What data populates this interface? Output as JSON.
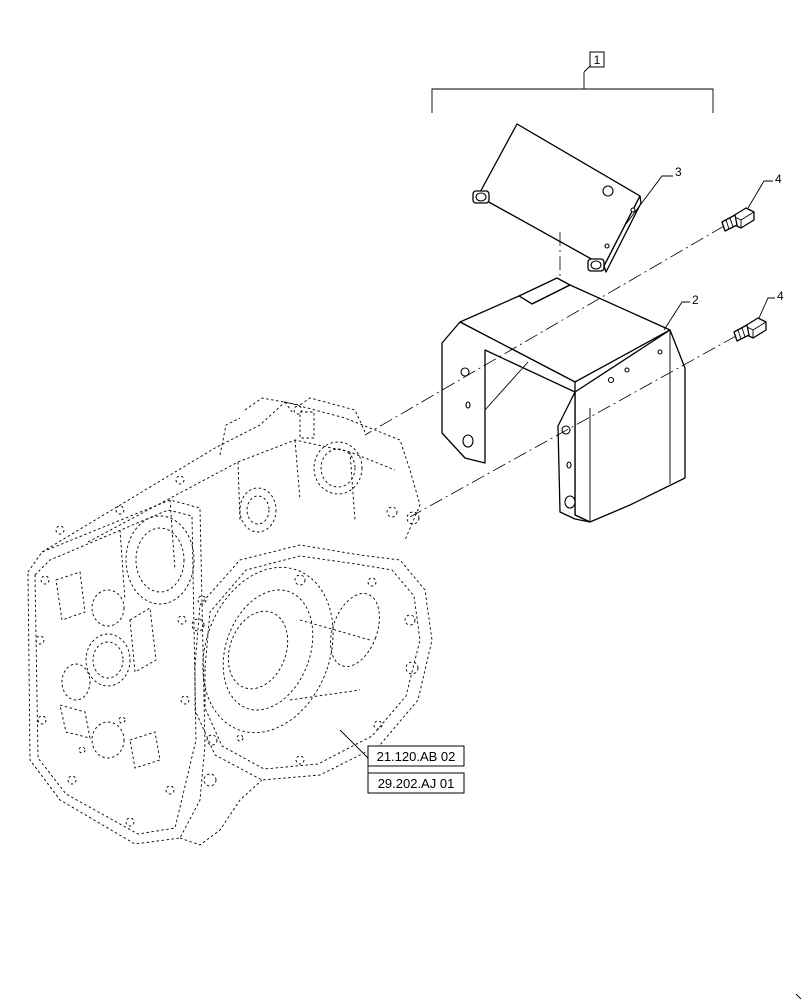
{
  "callouts": {
    "assembly": "1",
    "cover": "3",
    "bracket": "2",
    "bolt_upper": "4",
    "bolt_lower": "4"
  },
  "references": [
    "21.120.AB 02",
    "29.202.AJ 01"
  ]
}
